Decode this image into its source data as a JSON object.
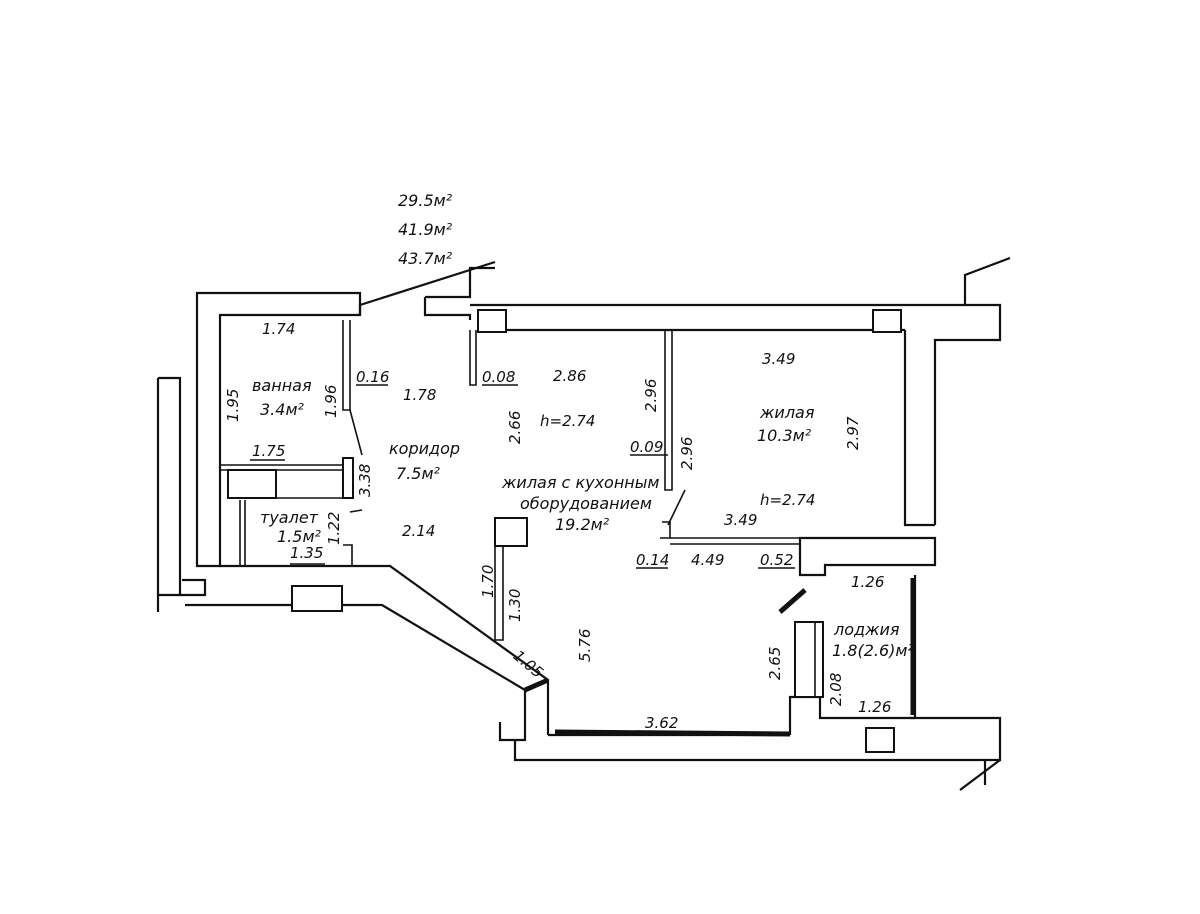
{
  "areas": {
    "living": "29.5м²",
    "total": "41.9м²",
    "total_with_loggia": "43.7м²"
  },
  "rooms": {
    "bath": {
      "name": "ванная",
      "area": "3.4м²"
    },
    "corridor": {
      "name": "коридор",
      "area": "7.5м²"
    },
    "toilet": {
      "name": "туалет",
      "area": "1.5м²"
    },
    "living_kitchen": {
      "name_line1": "жилая с кухонным",
      "name_line2": "оборудованием",
      "area": "19.2м²"
    },
    "living": {
      "name": "жилая",
      "area": "10.3м²"
    },
    "loggia": {
      "name": "лоджия",
      "area": "1.8(2.6)м²"
    }
  },
  "heights": {
    "kitchen": "h=2.74",
    "living": "h=2.74"
  },
  "dims": {
    "bath_top": "1.74",
    "bath_left": "1.95",
    "bath_right": "1.96",
    "bath_bottom": "1.75",
    "wall_016": "0.16",
    "corr_width": "1.78",
    "corr_len": "3.38",
    "toilet_right": "1.22",
    "toilet_bottom": "1.35",
    "corr_bottom": "2.14",
    "wall_008": "0.08",
    "kitchen_top": "2.86",
    "kitchen_left": "2.66",
    "partition_296a": "2.96",
    "partition_296b": "2.96",
    "wall_009": "0.09",
    "living_top": "3.49",
    "living_right": "2.97",
    "living_bottom": "3.49",
    "wall_014": "0.14",
    "kitchen_width": "4.49",
    "wall_052": "0.52",
    "niche_170": "1.70",
    "niche_130": "1.30",
    "diag_105": "1.05",
    "kitchen_long": "5.76",
    "kitchen_bottom": "3.62",
    "loggia_top": "1.26",
    "loggia_left": "2.65",
    "loggia_208": "2.08",
    "loggia_bottom": "1.26"
  }
}
